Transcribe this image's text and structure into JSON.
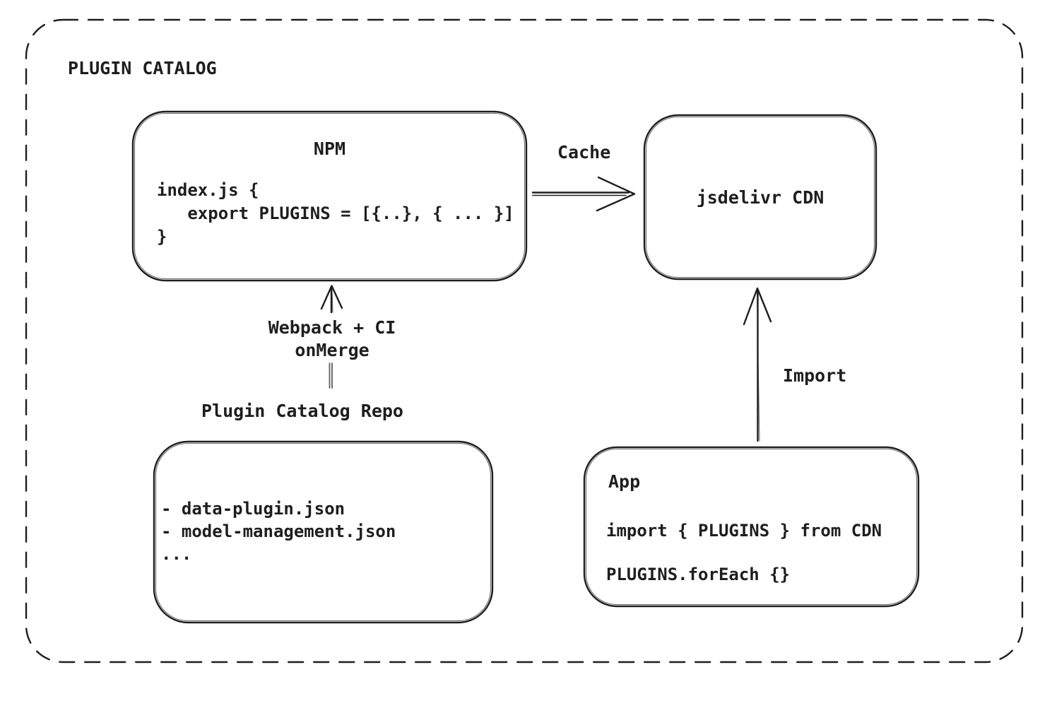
{
  "diagram": {
    "title": "PLUGIN CATALOG",
    "stroke_color": "#1e1e1e",
    "background_color": "#ffffff",
    "nodes": {
      "npm": {
        "title": "NPM",
        "code": "index.js {\n   export PLUGINS = [{..}, { ... }]\n}"
      },
      "cdn": {
        "title": "jsdelivr CDN"
      },
      "repo": {
        "title": "Plugin Catalog Repo",
        "files": "- data-plugin.json\n- model-management.json\n..."
      },
      "app": {
        "title": "App",
        "lines": [
          "import { PLUGINS } from CDN",
          "PLUGINS.forEach {}"
        ]
      }
    },
    "edges": {
      "cache": {
        "label": "Cache"
      },
      "build": {
        "label": "Webpack + CI\nonMerge"
      },
      "import": {
        "label": "Import"
      }
    }
  }
}
